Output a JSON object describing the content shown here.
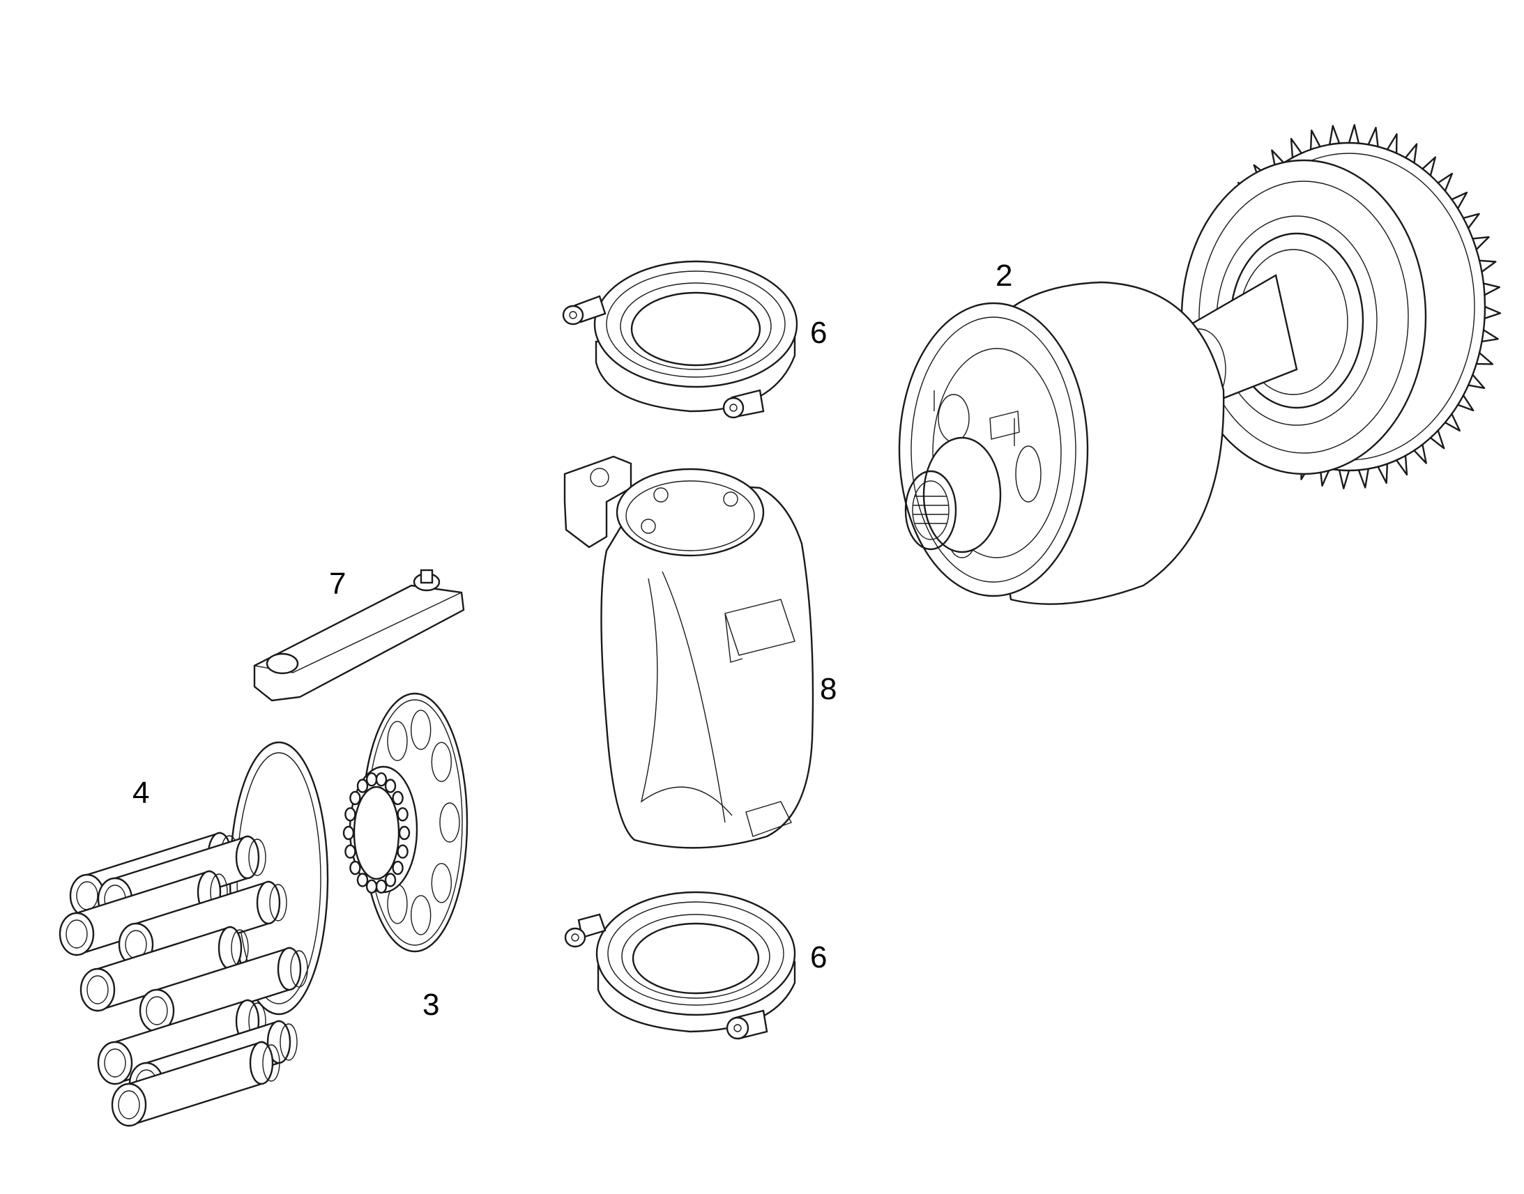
{
  "callouts": {
    "c2": "2",
    "c3": "3",
    "c4": "4",
    "c6_top": "6",
    "c6_bottom": "6",
    "c7": "7",
    "c8": "8"
  },
  "colors": {
    "line": "#1a1a1a",
    "background": "#ffffff"
  }
}
